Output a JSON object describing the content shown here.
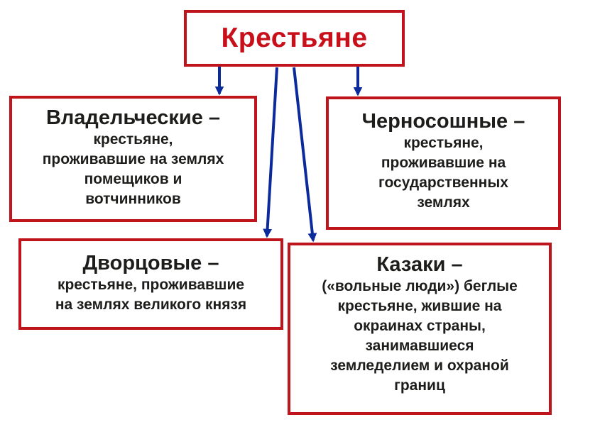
{
  "root": {
    "title": "Крестьяне"
  },
  "categories": {
    "owner": {
      "head": "Владельческие –",
      "lines": [
        "крестьяне,",
        "проживавшие на землях",
        "помещиков и",
        "вотчинников"
      ]
    },
    "black": {
      "head": "Черносошные –",
      "lines": [
        "крестьяне,",
        "проживавшие на",
        "государственных",
        "землях"
      ]
    },
    "palace": {
      "head": "Дворцовые –",
      "lines": [
        "крестьяне, проживавшие",
        "на землях великого князя"
      ]
    },
    "cossack": {
      "head": "Казаки –",
      "lines": [
        "(«вольные люди») беглые",
        "крестьяне, жившие на",
        "окраинах страны,",
        "занимавшиеся",
        "земледелием и охраной",
        "границ"
      ]
    }
  },
  "colors": {
    "border": "#c0141c",
    "title": "#c8101a",
    "arrow": "#0b2a9b",
    "text": "#1d1d1b"
  }
}
